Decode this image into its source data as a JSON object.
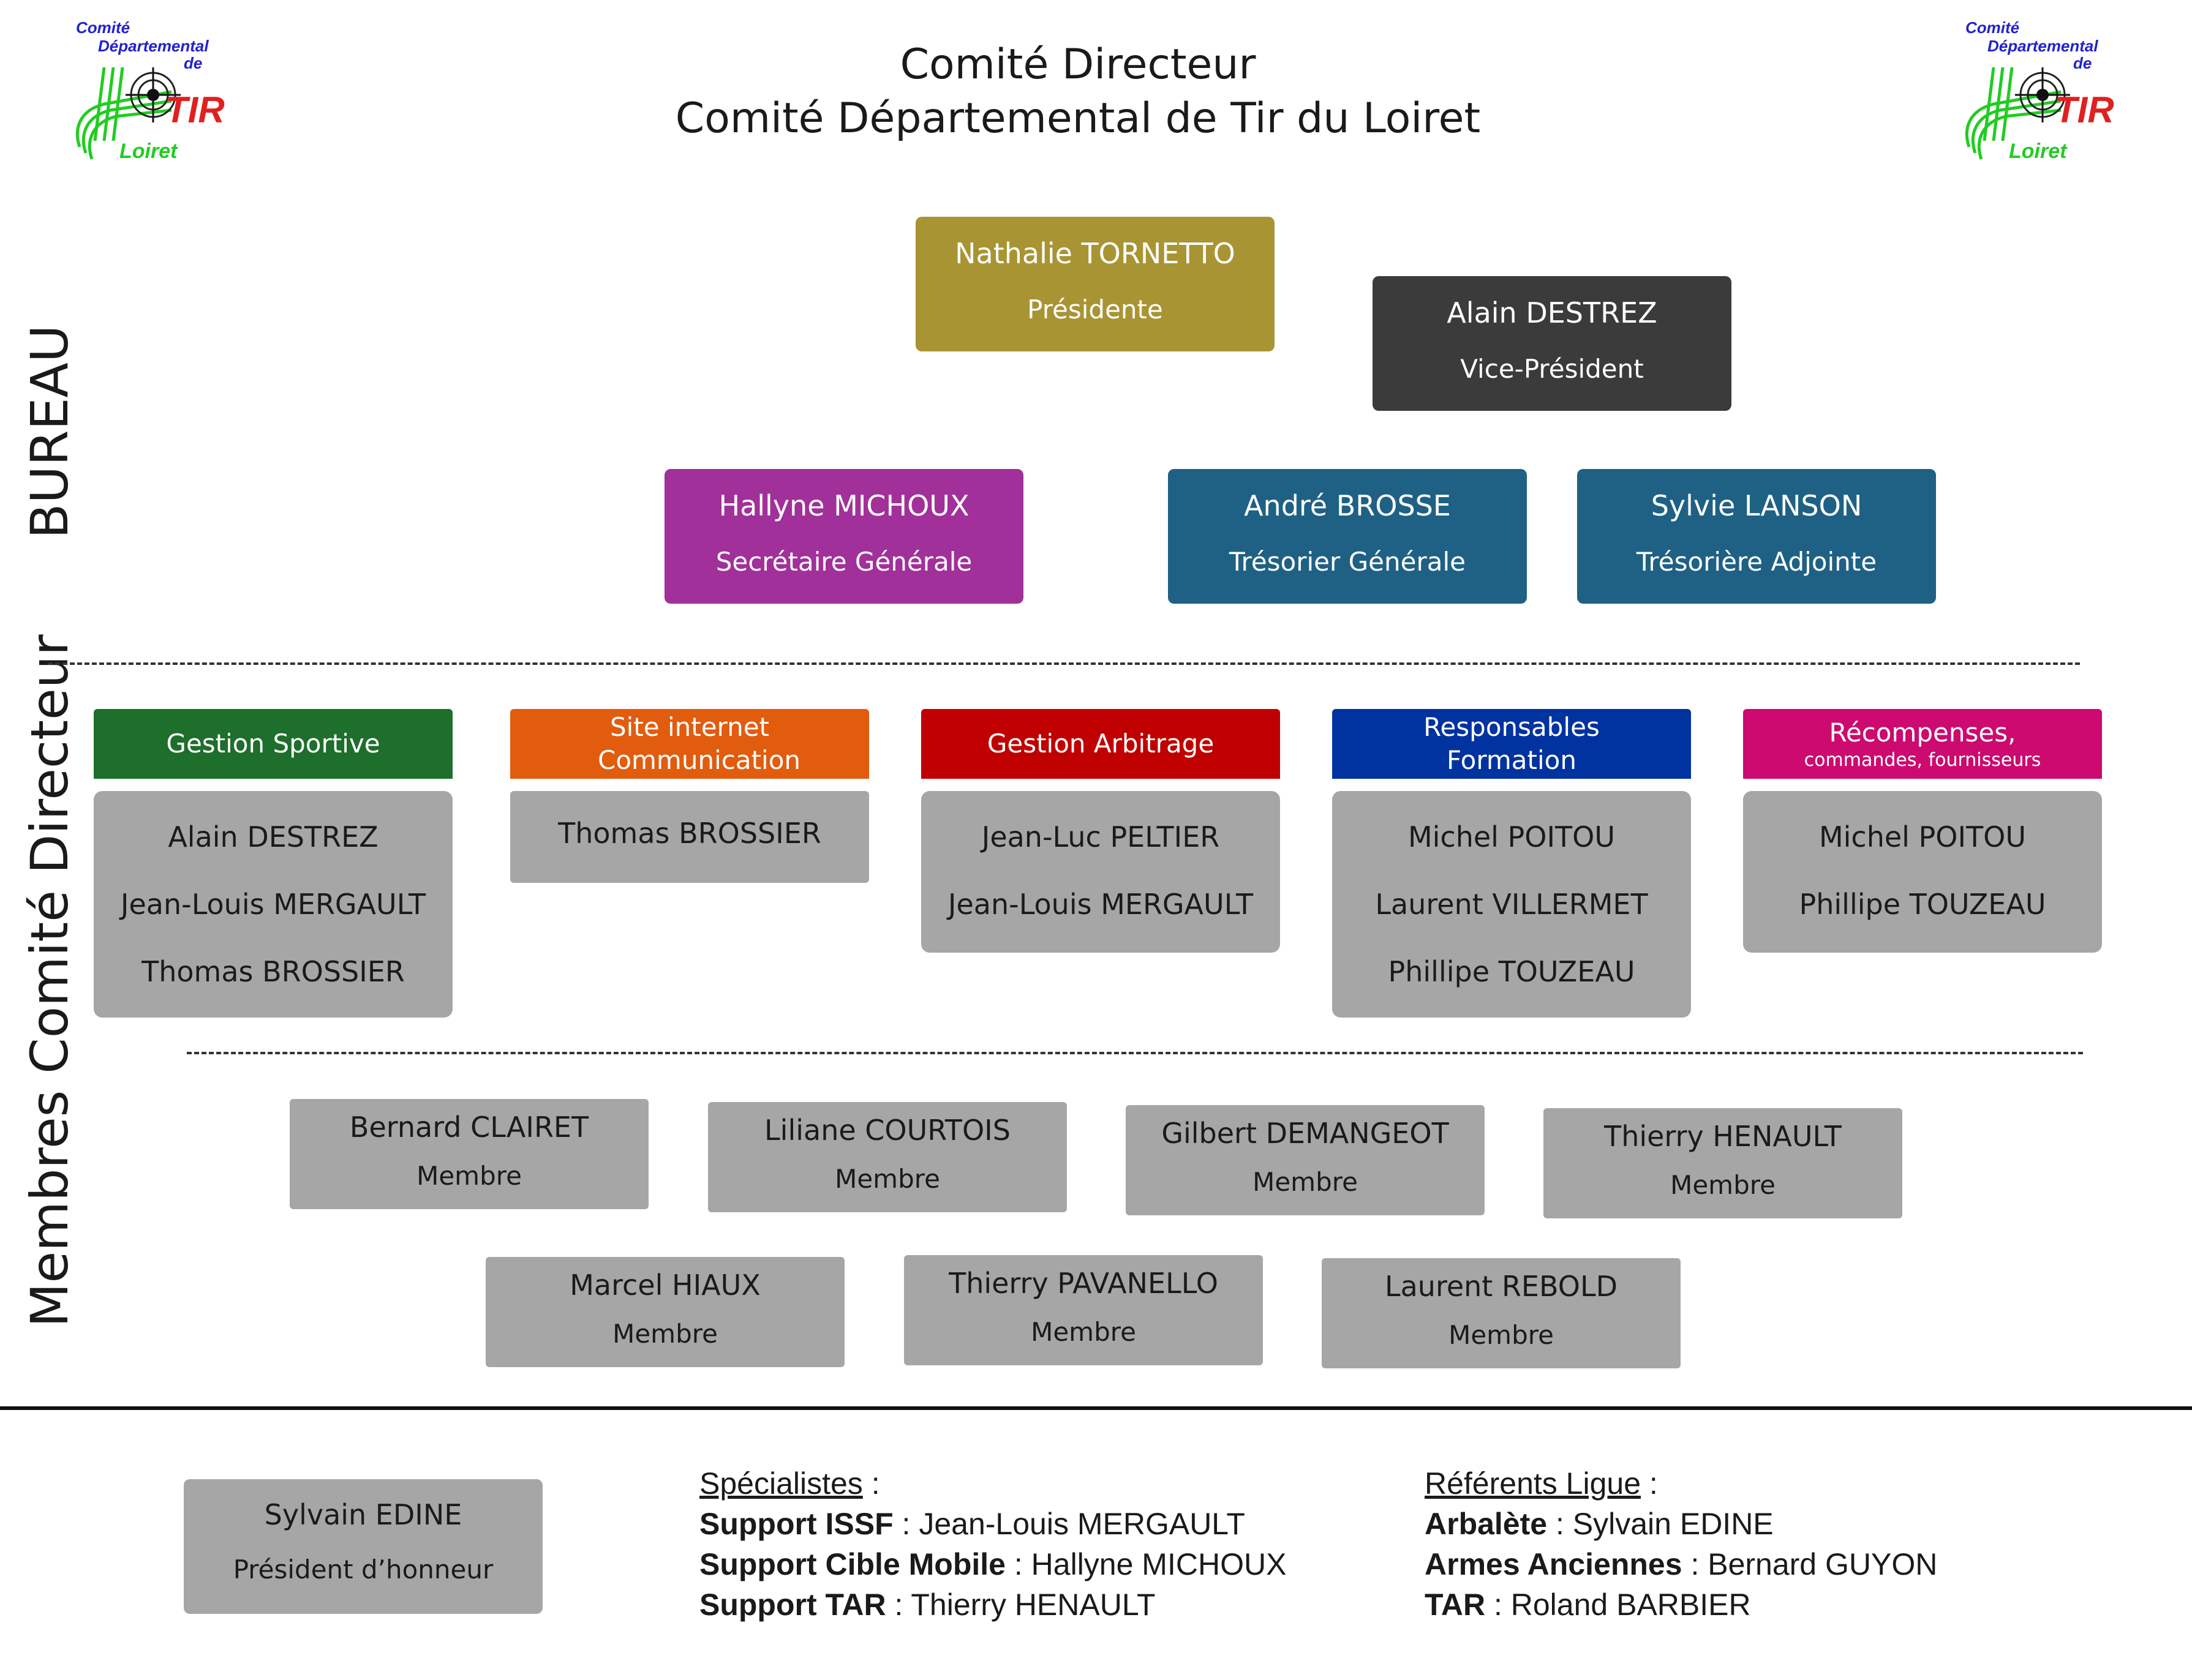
{
  "header": {
    "title_line1": "Comité Directeur",
    "title_line2": "Comité Départemental de Tir du Loiret"
  },
  "logo": {
    "text_line1": "Comité",
    "text_line2": "Départemental",
    "text_line3": "de",
    "text_tir": "TIR",
    "text_loiret": "Loiret",
    "colors": {
      "green": "#22cc22",
      "red": "#e02020",
      "blue": "#2222cc"
    }
  },
  "side_labels": {
    "bureau": "BUREAU",
    "membres": "Membres Comité Directeur"
  },
  "bureau": [
    {
      "name": "Nathalie TORNETTO",
      "role": "Présidente",
      "color": "#a89433"
    },
    {
      "name": "Alain DESTREZ",
      "role": "Vice-Président",
      "color": "#3b3b3b"
    },
    {
      "name": "Hallyne MICHOUX",
      "role": "Secrétaire Générale",
      "color": "#a1309a"
    },
    {
      "name": "André BROSSE",
      "role": "Trésorier Générale",
      "color": "#1f6184"
    },
    {
      "name": "Sylvie LANSON",
      "role": "Trésorière Adjointe",
      "color": "#1f6184"
    }
  ],
  "commissions": [
    {
      "title": "Gestion Sportive",
      "subtitle": "",
      "color": "#1e6e2c",
      "members": [
        "Alain DESTREZ",
        "Jean-Louis MERGAULT",
        "Thomas BROSSIER"
      ]
    },
    {
      "title": "Site internet Communication",
      "subtitle": "",
      "color": "#e25c0e",
      "members": [
        "Thomas BROSSIER"
      ]
    },
    {
      "title": "Gestion Arbitrage",
      "subtitle": "",
      "color": "#c00000",
      "members": [
        "Jean-Luc PELTIER",
        "Jean-Louis MERGAULT"
      ]
    },
    {
      "title": "Responsables Formation",
      "subtitle": "",
      "color": "#0033a0",
      "members": [
        "Michel POITOU",
        "Laurent VILLERMET",
        "Phillipe TOUZEAU"
      ]
    },
    {
      "title": "Récompenses,",
      "subtitle": "commandes, fournisseurs",
      "color": "#cc0a6f",
      "members": [
        "Michel POITOU",
        "Phillipe TOUZEAU"
      ]
    }
  ],
  "members": [
    {
      "name": "Bernard CLAIRET",
      "role": "Membre"
    },
    {
      "name": "Liliane COURTOIS",
      "role": "Membre"
    },
    {
      "name": "Gilbert DEMANGEOT",
      "role": "Membre"
    },
    {
      "name": "Thierry HENAULT",
      "role": "Membre"
    },
    {
      "name": "Marcel HIAUX",
      "role": "Membre"
    },
    {
      "name": "Thierry PAVANELLO",
      "role": "Membre"
    },
    {
      "name": "Laurent REBOLD",
      "role": "Membre"
    }
  ],
  "honorary": {
    "name": "Sylvain EDINE",
    "role": "Président d’honneur"
  },
  "specialists": {
    "heading": "Spécialistes",
    "items": [
      {
        "label": "Support ISSF",
        "value": "Jean-Louis MERGAULT"
      },
      {
        "label": "Support Cible Mobile",
        "value": "Hallyne MICHOUX"
      },
      {
        "label": "Support TAR",
        "value": "Thierry HENAULT"
      }
    ]
  },
  "referents": {
    "heading": "Référents Ligue",
    "items": [
      {
        "label": "Arbalète",
        "value": "Sylvain EDINE"
      },
      {
        "label": "Armes Anciennes",
        "value": "Bernard GUYON"
      },
      {
        "label": "TAR",
        "value": "Roland BARBIER"
      }
    ]
  }
}
